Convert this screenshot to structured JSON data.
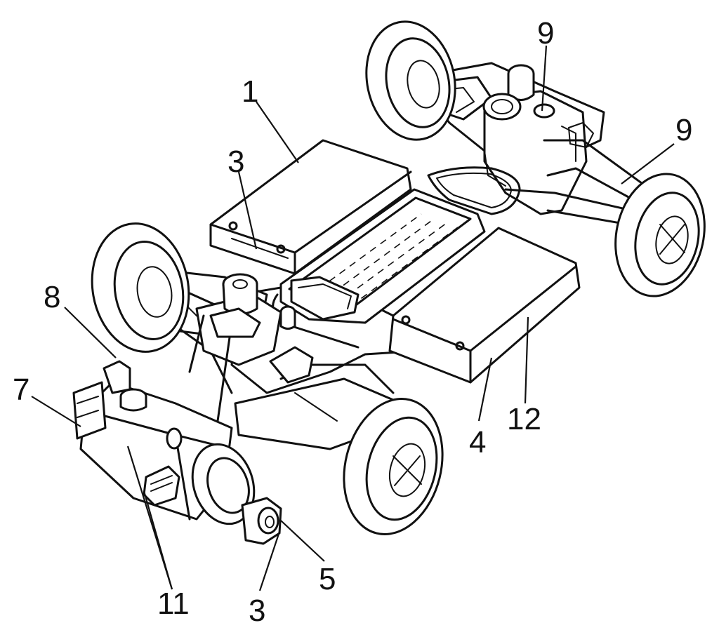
{
  "callouts": [
    {
      "id": "c1",
      "text": "1"
    },
    {
      "id": "c3a",
      "text": "3"
    },
    {
      "id": "c9a",
      "text": "9"
    },
    {
      "id": "c9b",
      "text": "9"
    },
    {
      "id": "c8",
      "text": "8"
    },
    {
      "id": "c7",
      "text": "7"
    },
    {
      "id": "c12",
      "text": "12"
    },
    {
      "id": "c4",
      "text": "4"
    },
    {
      "id": "c5",
      "text": "5"
    },
    {
      "id": "c11",
      "text": "11"
    },
    {
      "id": "c3b",
      "text": "3"
    }
  ],
  "colors": {
    "ink": "#111111",
    "paper": "#ffffff"
  }
}
